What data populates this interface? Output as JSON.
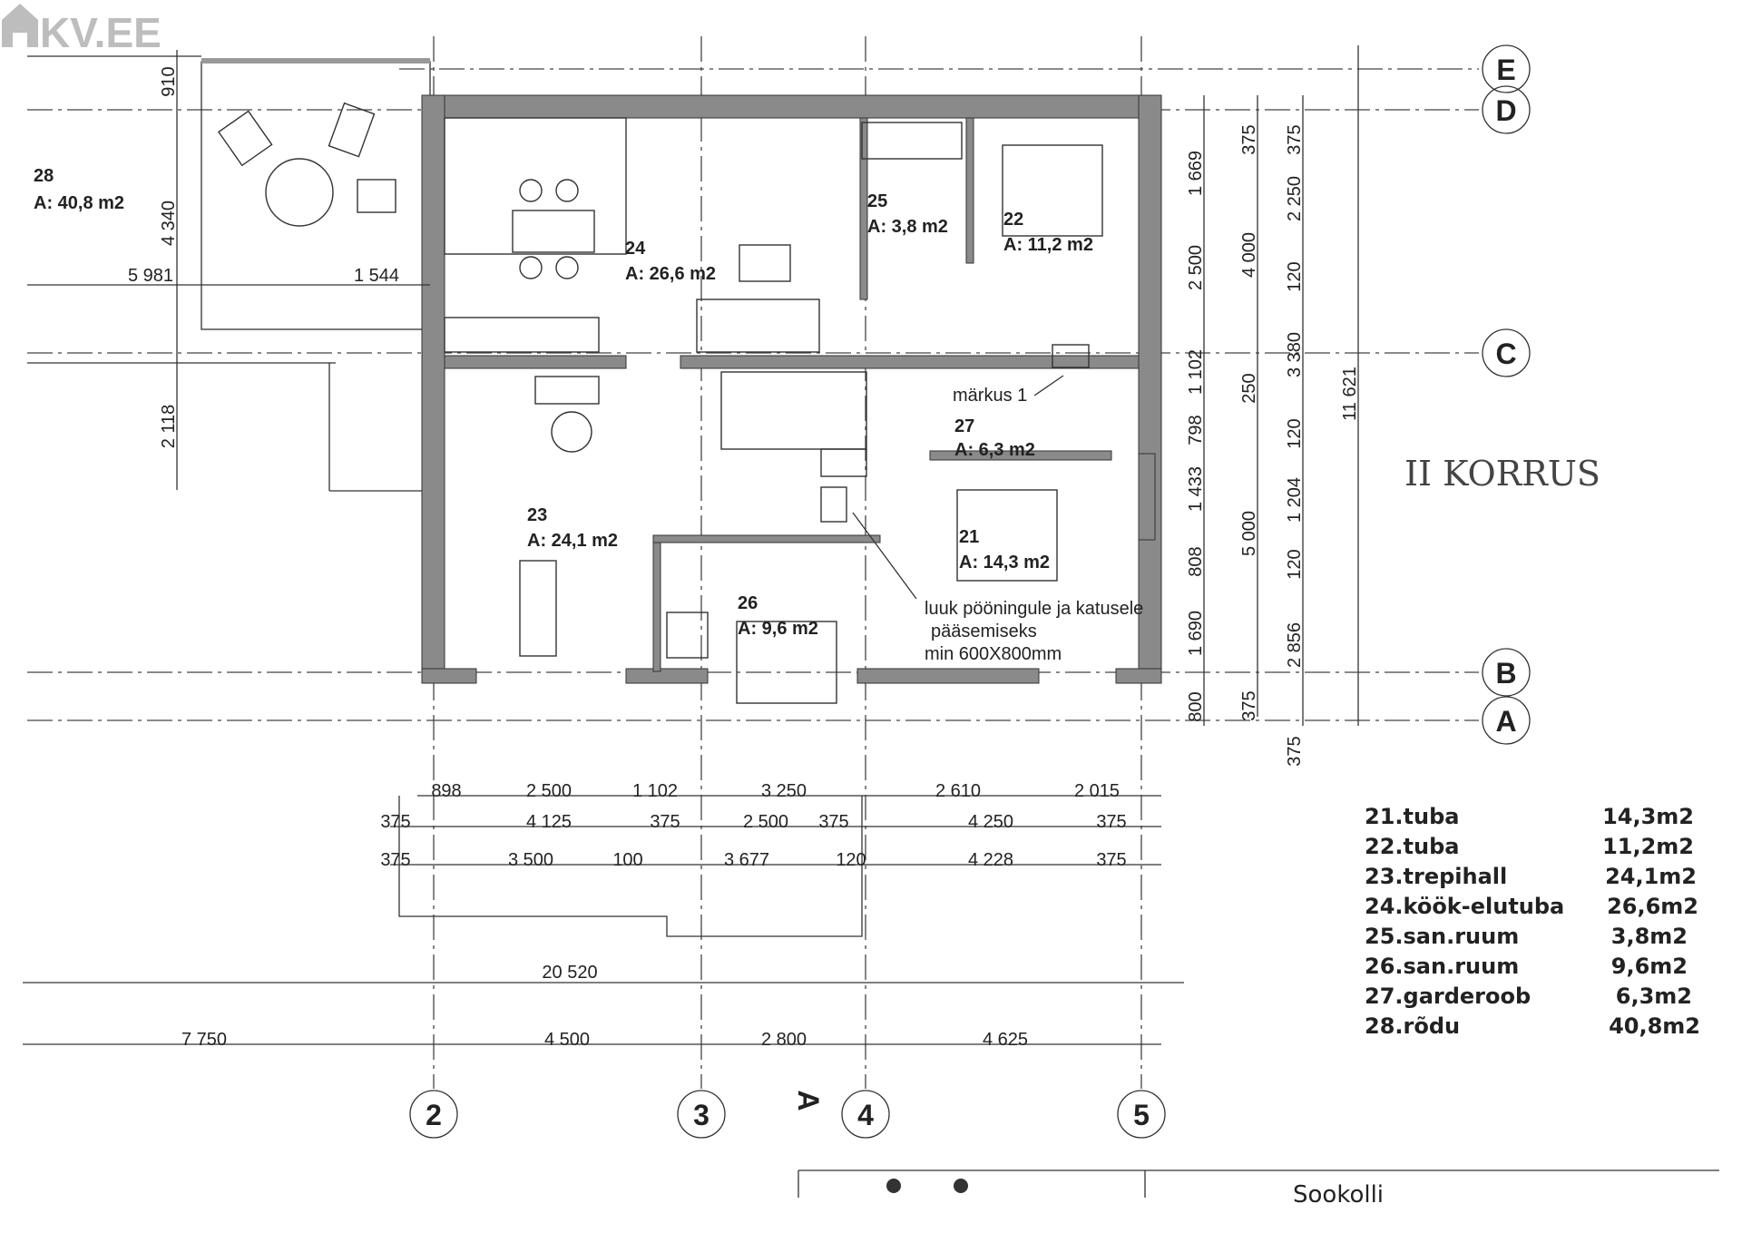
{
  "logo": {
    "text": "KV.EE"
  },
  "plan_title": "II KORRUS",
  "axes": {
    "vertical": [
      "2",
      "3",
      "4",
      "5"
    ],
    "horizontal": [
      "E",
      "D",
      "C",
      "B",
      "A"
    ],
    "section_marker": "A"
  },
  "rooms": [
    {
      "number": "28",
      "area": "A: 40,8 m2"
    },
    {
      "number": "24",
      "area": "A: 26,6 m2"
    },
    {
      "number": "25",
      "area": "A: 3,8 m2"
    },
    {
      "number": "22",
      "area": "A: 11,2 m2"
    },
    {
      "number": "27",
      "area": "A: 6,3 m2"
    },
    {
      "number": "21",
      "area": "A: 14,3 m2"
    },
    {
      "number": "23",
      "area": "A: 24,1 m2"
    },
    {
      "number": "26",
      "area": "A: 9,6 m2"
    }
  ],
  "notes": {
    "remark": "märkus 1",
    "hatch_line1": "luuk pööningule ja katusele",
    "hatch_line2": "pääsemiseks",
    "hatch_line3": "min 600X800mm"
  },
  "dimensions": {
    "left": [
      "910",
      "4 340",
      "5 981",
      "1 544",
      "2 118"
    ],
    "bottom_row1": [
      "898",
      "2 500",
      "1 102",
      "3 250",
      "2 610",
      "2 015"
    ],
    "bottom_row2": [
      "375",
      "4 125",
      "375",
      "2 500",
      "375",
      "4 250",
      "375"
    ],
    "bottom_row3": [
      "375",
      "3 500",
      "100",
      "3 677",
      "120",
      "4 228",
      "375"
    ],
    "overall": "20 520",
    "bottom_row5": [
      "7 750",
      "4 500",
      "2 800",
      "4 625"
    ],
    "right_col1": [
      "1 669",
      "2 500",
      "1 102",
      "798",
      "1 433",
      "808",
      "1 690",
      "800"
    ],
    "right_col2": [
      "375",
      "4 000",
      "250",
      "5 000",
      "375"
    ],
    "right_col3": [
      "375",
      "2 250",
      "120",
      "3 380",
      "120",
      "1 204",
      "120",
      "2 856",
      "375"
    ],
    "right_col4": [
      "11 621"
    ]
  },
  "legend": [
    {
      "name": "21.tuba",
      "area": "14,3m2"
    },
    {
      "name": "22.tuba",
      "area": "11,2m2"
    },
    {
      "name": "23.trepihall",
      "area": "24,1m2"
    },
    {
      "name": "24.köök-elutuba",
      "area": "26,6m2"
    },
    {
      "name": "25.san.ruum",
      "area": "3,8m2"
    },
    {
      "name": "26.san.ruum",
      "area": "9,6m2"
    },
    {
      "name": "27.garderoob",
      "area": "6,3m2"
    },
    {
      "name": "28.rõdu",
      "area": "40,8m2"
    }
  ],
  "title_block": {
    "text": "Sookolli"
  }
}
